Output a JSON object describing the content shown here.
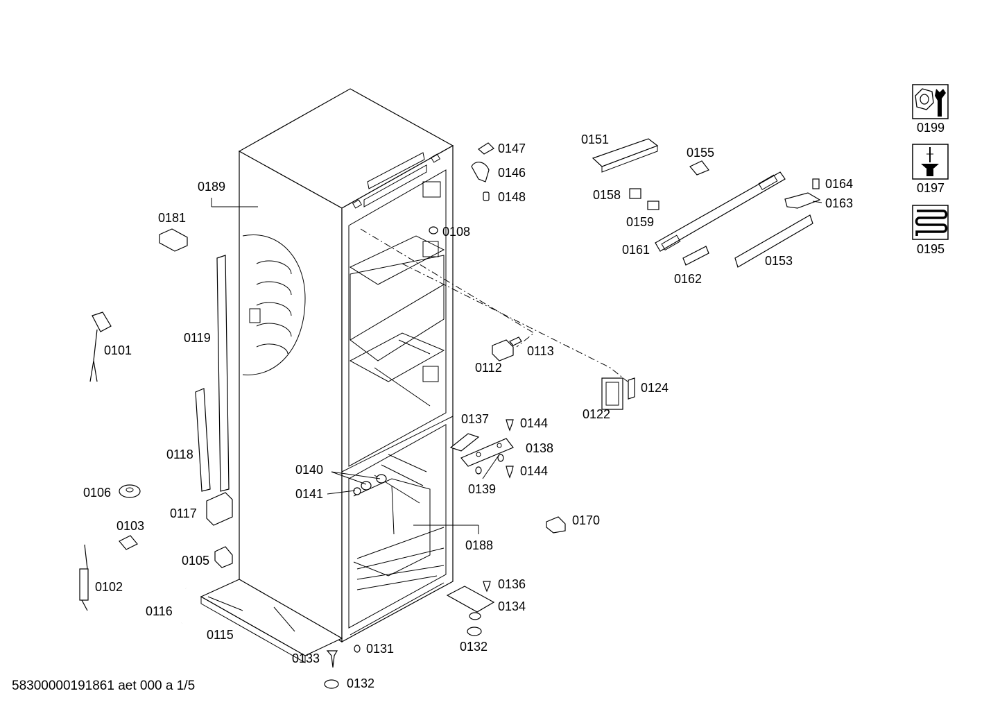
{
  "footer": {
    "doc_id": "58300000191861 aet 000 a 1/5"
  },
  "parts": {
    "p0101": "0101",
    "p0102": "0102",
    "p0103": "0103",
    "p0105": "0105",
    "p0106": "0106",
    "p0108": "0108",
    "p0112": "0112",
    "p0113": "0113",
    "p0115": "0115",
    "p0116": "0116",
    "p0117": "0117",
    "p0118": "0118",
    "p0119": "0119",
    "p0122": "0122",
    "p0124": "0124",
    "p0131": "0131",
    "p0132a": "0132",
    "p0132b": "0132",
    "p0133": "0133",
    "p0134": "0134",
    "p0136": "0136",
    "p0137": "0137",
    "p0138": "0138",
    "p0139": "0139",
    "p0140": "0140",
    "p0141": "0141",
    "p0144a": "0144",
    "p0144b": "0144",
    "p0146": "0146",
    "p0147": "0147",
    "p0148": "0148",
    "p0151": "0151",
    "p0153": "0153",
    "p0155": "0155",
    "p0158": "0158",
    "p0159": "0159",
    "p0161": "0161",
    "p0162": "0162",
    "p0163": "0163",
    "p0164": "0164",
    "p0170": "0170",
    "p0181": "0181",
    "p0188": "0188",
    "p0189": "0189"
  },
  "legend": {
    "tools": "0199",
    "screwdriver": "0197",
    "heating": "0195"
  },
  "icons": [
    "wrench-nut-icon",
    "screwdriver-icon",
    "heating-coil-icon"
  ]
}
